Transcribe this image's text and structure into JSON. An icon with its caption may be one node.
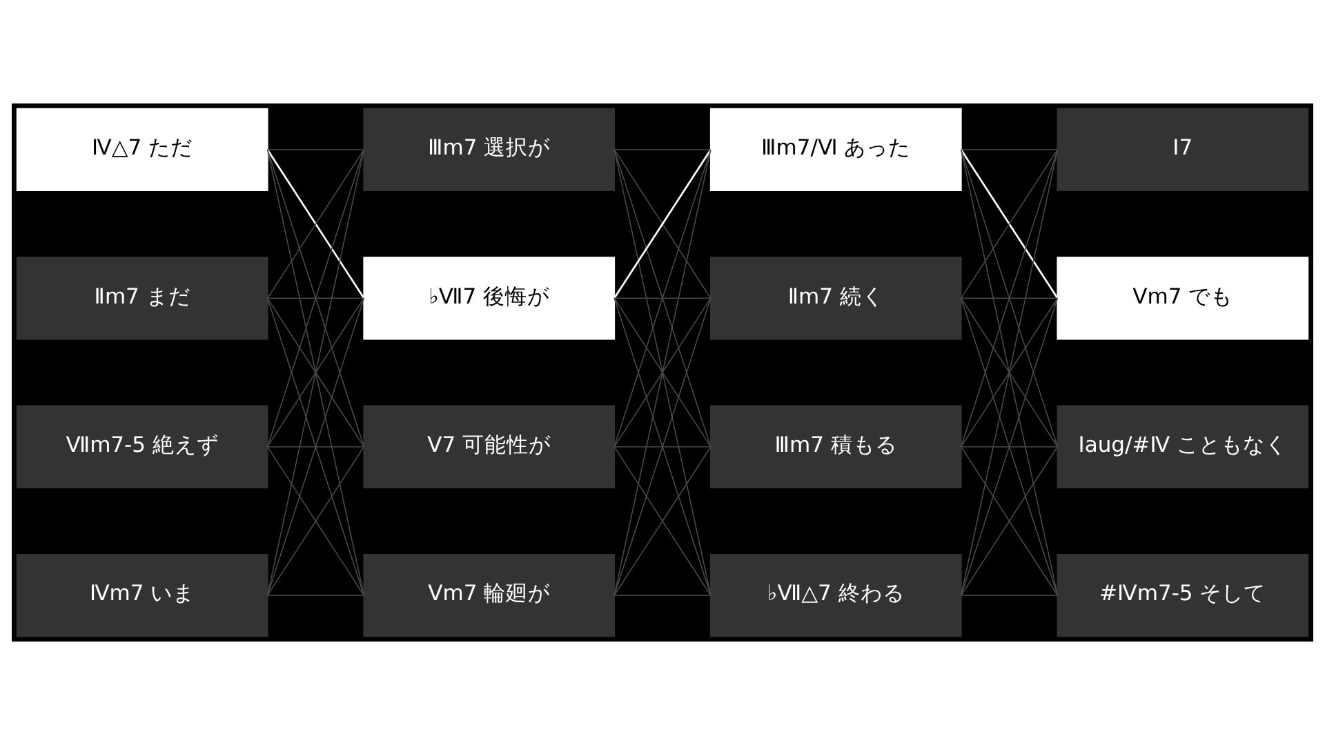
{
  "diagram": {
    "nodes": [
      {
        "text": [
          "Ⅳ△7 ただ"
        ]
      },
      {
        "text": [
          "Ⅱm7 まだ"
        ]
      },
      {
        "text": [
          "Ⅶm7-5 絶えず"
        ]
      },
      {
        "text": [
          "Ⅳm7 いま"
        ]
      },
      {
        "text": [
          "Ⅲm7 選択が"
        ]
      },
      {
        "text": [
          "♭Ⅶ7 後悔が"
        ]
      },
      {
        "text": [
          "Ⅴ7 可能性が"
        ]
      },
      {
        "text": [
          "Ⅴm7 輪廻が"
        ]
      },
      {
        "text": [
          "Ⅲm7/Ⅵ あった"
        ]
      },
      {
        "text": [
          "Ⅱm7 続く"
        ]
      },
      {
        "text": [
          "Ⅲm7 積もる"
        ]
      },
      {
        "text": [
          "♭Ⅶ△7 終わる"
        ]
      },
      {
        "text": [
          "Ⅰ7"
        ]
      },
      {
        "text": [
          "Ⅴm7 でも"
        ]
      },
      {
        "text": [
          "Ⅰaug/#Ⅳ こともなく"
        ]
      },
      {
        "text": [
          "#Ⅳm7-5 そして"
        ]
      }
    ],
    "edges": [
      {
        "from": 0,
        "to": 4,
        "arrow": "none"
      },
      {
        "from": 0,
        "to": 5,
        "arrow": "none",
        "color": "#ffffff"
      },
      {
        "from": 0,
        "to": 6,
        "arrow": "none"
      },
      {
        "from": 0,
        "to": 7,
        "arrow": "none"
      },
      {
        "from": 1,
        "to": 4,
        "arrow": "none"
      },
      {
        "from": 1,
        "to": 5,
        "arrow": "none"
      },
      {
        "from": 1,
        "to": 6,
        "arrow": "none"
      },
      {
        "from": 1,
        "to": 7,
        "arrow": "none"
      },
      {
        "from": 2,
        "to": 4,
        "arrow": "none"
      },
      {
        "from": 2,
        "to": 5,
        "arrow": "none"
      },
      {
        "from": 2,
        "to": 6,
        "arrow": "none"
      },
      {
        "from": 2,
        "to": 7,
        "arrow": "none"
      },
      {
        "from": 3,
        "to": 4,
        "arrow": "none"
      },
      {
        "from": 3,
        "to": 5,
        "arrow": "none"
      },
      {
        "from": 3,
        "to": 6,
        "arrow": "none"
      },
      {
        "from": 3,
        "to": 7,
        "arrow": "none"
      },
      {
        "from": 4,
        "to": 8,
        "arrow": "none"
      },
      {
        "from": 4,
        "to": 9,
        "arrow": "none"
      },
      {
        "from": 4,
        "to": 10,
        "arrow": "none"
      },
      {
        "from": 4,
        "to": 11,
        "arrow": "none"
      },
      {
        "from": 5,
        "to": 8,
        "arrow": "none",
        "color": "#ffffff"
      },
      {
        "from": 5,
        "to": 9,
        "arrow": "none"
      },
      {
        "from": 5,
        "to": 10,
        "arrow": "none"
      },
      {
        "from": 5,
        "to": 11,
        "arrow": "none"
      },
      {
        "from": 6,
        "to": 8,
        "arrow": "none"
      },
      {
        "from": 6,
        "to": 9,
        "arrow": "none"
      },
      {
        "from": 6,
        "to": 10,
        "arrow": "none"
      },
      {
        "from": 6,
        "to": 11,
        "arrow": "none"
      },
      {
        "from": 7,
        "to": 8,
        "arrow": "none"
      },
      {
        "from": 7,
        "to": 9,
        "arrow": "none"
      },
      {
        "from": 7,
        "to": 10,
        "arrow": "none"
      },
      {
        "from": 7,
        "to": 11,
        "arrow": "none"
      },
      {
        "from": 8,
        "to": 12,
        "arrow": "none"
      },
      {
        "from": 8,
        "to": 13,
        "arrow": "none",
        "color": "#ffffff"
      },
      {
        "from": 8,
        "to": 14,
        "arrow": "none"
      },
      {
        "from": 8,
        "to": 15,
        "arrow": "none"
      },
      {
        "from": 9,
        "to": 12,
        "arrow": "none"
      },
      {
        "from": 9,
        "to": 13,
        "arrow": "none"
      },
      {
        "from": 9,
        "to": 14,
        "arrow": "none"
      },
      {
        "from": 9,
        "to": 15,
        "arrow": "none"
      },
      {
        "from": 10,
        "to": 12,
        "arrow": "none"
      },
      {
        "from": 10,
        "to": 13,
        "arrow": "none"
      },
      {
        "from": 10,
        "to": 14,
        "arrow": "none"
      },
      {
        "from": 10,
        "to": 15,
        "arrow": "none"
      },
      {
        "from": 11,
        "to": 12,
        "arrow": "none"
      },
      {
        "from": 11,
        "to": 13,
        "arrow": "none"
      },
      {
        "from": 11,
        "to": 14,
        "arrow": "none"
      },
      {
        "from": 11,
        "to": 15,
        "arrow": "none"
      }
    ]
  }
}
